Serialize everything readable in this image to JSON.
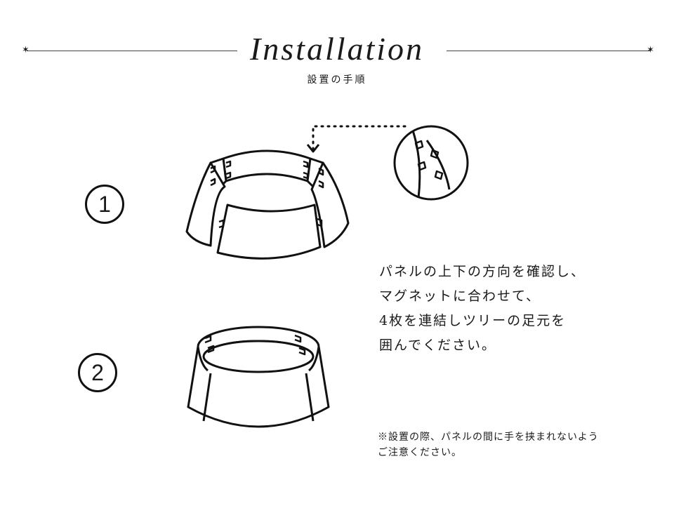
{
  "header": {
    "title": "Installation",
    "subtitle": "設置の手順",
    "ornament": "✶"
  },
  "steps": [
    {
      "number": "1"
    },
    {
      "number": "2"
    }
  ],
  "instructions": {
    "lines": [
      "パネルの上下の方向を確認し、",
      "マグネットに合わせて、",
      "4枚を連結しツリーの足元を",
      "囲んでください。"
    ]
  },
  "note": {
    "lines": [
      "※設置の際、パネルの間に手を挟まれないよう",
      "ご注意ください。"
    ]
  },
  "colors": {
    "line": "#111111",
    "background": "#ffffff"
  }
}
